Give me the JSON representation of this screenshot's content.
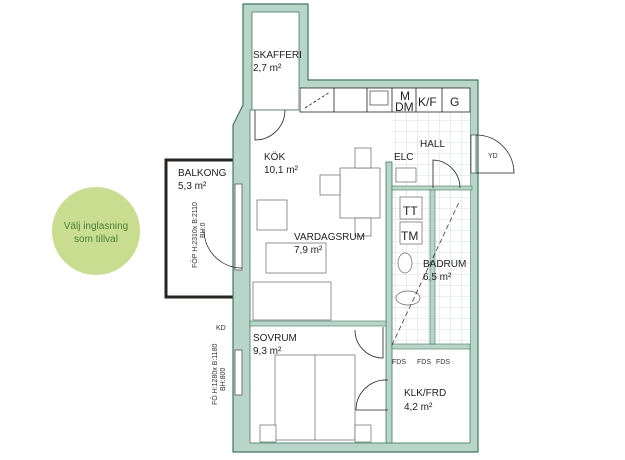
{
  "badge": {
    "line1": "Välj inglasning",
    "line2": "som tillval",
    "color": "#c8dd90",
    "text_color": "#4a7f3a"
  },
  "colors": {
    "wall_fill": "#b9d5ca",
    "wall_stroke": "#3c7a5f",
    "balcony_stroke": "#2a2320"
  },
  "rooms": {
    "skafferi": {
      "name": "SKAFFERI",
      "area": "2,7 m²"
    },
    "kok": {
      "name": "KÖK",
      "area": "10,1 m²"
    },
    "balkong": {
      "name": "BALKONG",
      "area": "5,3 m²"
    },
    "vardagsrum": {
      "name": "VARDAGSRUM",
      "area": "7,9 m²"
    },
    "hall": {
      "name": "HALL"
    },
    "badrum": {
      "name": "BADRUM",
      "area": "6,5 m²"
    },
    "sovrum": {
      "name": "SOVRUM",
      "area": "9,3 m²"
    },
    "klk": {
      "name": "KLK/FRD",
      "area": "4,2 m²"
    }
  },
  "fixtures": {
    "m": "M",
    "dm": "DM",
    "kf": "K/F",
    "g": "G",
    "elc": "ELC",
    "tt": "TT",
    "tm": "TM",
    "yd": "YD",
    "kd": "KD",
    "fds": [
      "FDS",
      "FDS",
      "FDS"
    ]
  },
  "windows": {
    "balcony_door": [
      "FÖP H:2310x B:2110",
      "BH:0"
    ],
    "bedroom": [
      "FÖ H:1280x B:1180",
      "BH:800"
    ]
  }
}
